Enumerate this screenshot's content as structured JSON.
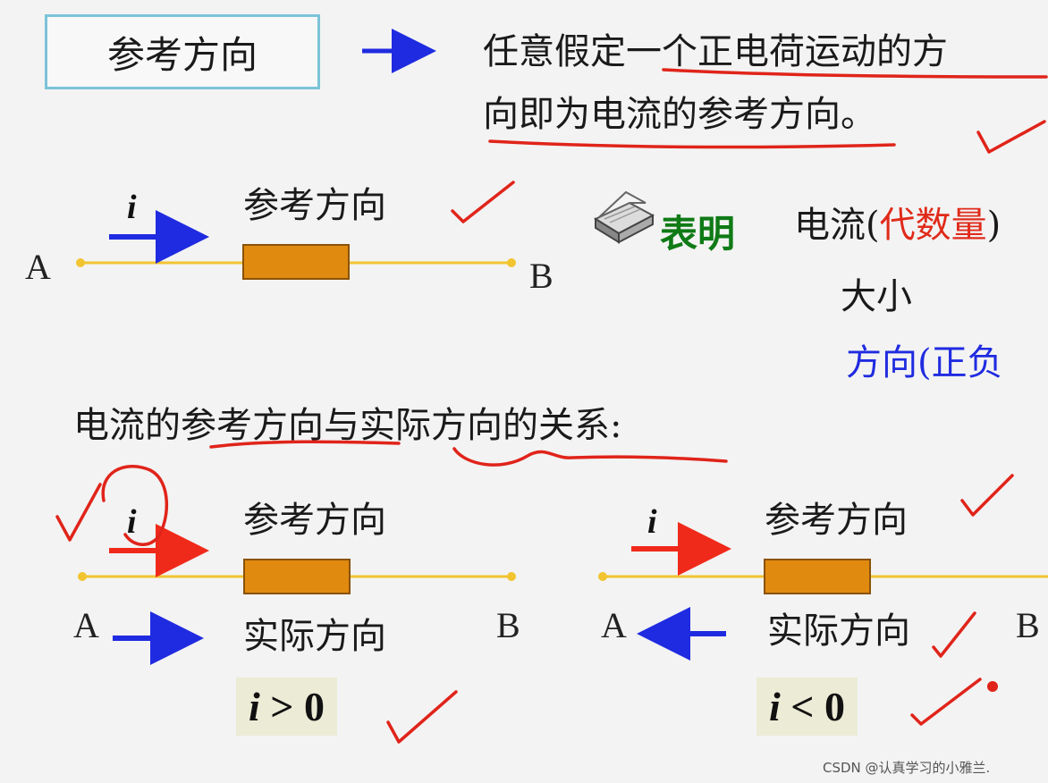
{
  "header": {
    "box_label": "参考方向",
    "definition_line1": "任意假定一个正电荷运动的方",
    "definition_line2": "向即为电流的参考方向。"
  },
  "diagram1": {
    "current_symbol": "i",
    "ref_label": "参考方向",
    "node_a": "A",
    "node_b": "B"
  },
  "note": {
    "label": "表明",
    "line1_prefix": "电流(",
    "line1_red": "代数量",
    "line1_suffix": ")",
    "line2": "大小",
    "line3": "方向(正负"
  },
  "relation_title": "电流的参考方向与实际方向的关系:",
  "diagram_left": {
    "current_symbol": "i",
    "ref_label": "参考方向",
    "actual_label": "实际方向",
    "node_a": "A",
    "node_b": "B",
    "inequality_var": "i",
    "inequality_rest": " > 0"
  },
  "diagram_right": {
    "current_symbol": "i",
    "ref_label": "参考方向",
    "actual_label": "实际方向",
    "node_a": "A",
    "node_b": "B",
    "inequality_var": "i",
    "inequality_rest": " < 0"
  },
  "watermark": "CSDN @认真学习的小雅兰.",
  "colors": {
    "wire": "#f2c430",
    "resistor": "#e08a10",
    "ink_red": "#e0241a",
    "arrow_blue": "#1f2be0",
    "arrow_red": "#f02a1a",
    "box_border": "#7cc3d9"
  },
  "icons": [
    "book-icon",
    "checkmark-icon"
  ]
}
